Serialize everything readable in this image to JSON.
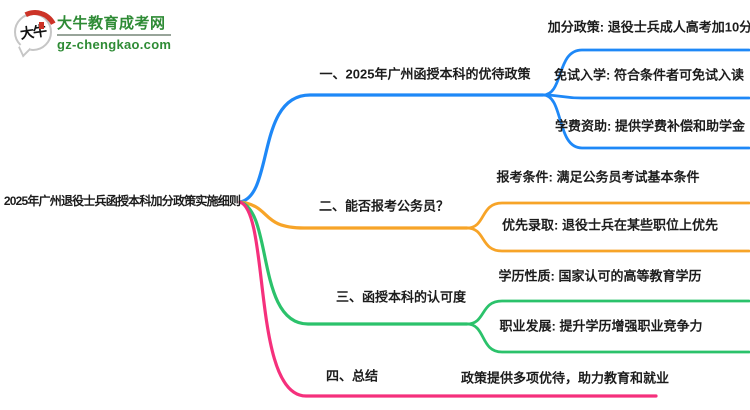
{
  "logo": {
    "symbol_text": "大牛",
    "site_name": "大牛教育成考网",
    "site_domain": "gz-chengkao.com",
    "colors": {
      "brand_green": "#2e8b35",
      "seal_red": "#cc3327"
    }
  },
  "mindmap": {
    "root": "2025年广州退役士兵函授本科加分政策实施细则",
    "branches": [
      {
        "label": "一、2025年广州函授本科的优待政策",
        "color": "#1E88F7",
        "children": [
          "加分政策: 退役士兵成人高考加10分",
          "免试入学: 符合条件者可免试入读",
          "学费资助: 提供学费补偿和助学金"
        ]
      },
      {
        "label": "二、能否报考公务员？",
        "color": "#F7A428",
        "children": [
          "报考条件: 满足公务员考试基本条件",
          "优先录取: 退役士兵在某些职位上优先"
        ]
      },
      {
        "label": "三、函授本科的认可度",
        "color": "#2BC26B",
        "children": [
          "学历性质: 国家认可的高等教育学历",
          "职业发展: 提升学历增强职业竞争力"
        ]
      },
      {
        "label": "四、总结",
        "color": "#F5307C",
        "children": [
          "政策提供多项优待，助力教育和就业"
        ]
      }
    ]
  }
}
